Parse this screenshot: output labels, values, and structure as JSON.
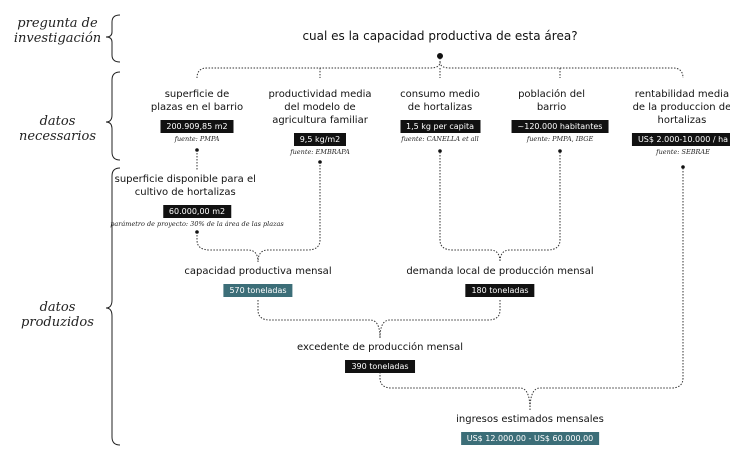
{
  "rows": {
    "question": "pregunta de investigación",
    "needed": "datos necessarios",
    "produced": "datos produzidos"
  },
  "question": "cual es la capacidad productiva de esta área?",
  "needed_data": [
    {
      "title": "superficie de plazas en el barrio",
      "value": "200.909,85 m2",
      "source": "fuente: PMPA"
    },
    {
      "title": "productividad media del modelo de agricultura familiar",
      "value": "9,5 kg/m2",
      "source": "fuente: EMBRAPA"
    },
    {
      "title": "consumo medio de hortalizas",
      "value": "1,5 kg per capita",
      "source": "fuente: CANELLA et all"
    },
    {
      "title": "población del barrio",
      "value": "~120.000 habitantes",
      "source": "fuente: PMPA, IBGE"
    },
    {
      "title": "rentabilidad media de la produccion de hortalizas",
      "value": "US$ 2.000-10.000 / ha",
      "source": "fuente: SEBRAE"
    }
  ],
  "produced_data": {
    "available": {
      "title": "superficie disponible para el cultivo de hortalizas",
      "value": "60.000,00 m2",
      "note": "parámetro de proyecto: 30% de la área de las plazas"
    },
    "capacity": {
      "title": "capacidad productiva mensal",
      "value": "570 toneladas"
    },
    "demand": {
      "title": "demanda local de producción mensal",
      "value": "180 toneladas"
    },
    "surplus": {
      "title": "excedente de producción mensal",
      "value": "390 toneladas"
    },
    "income": {
      "title": "ingresos estimados mensales",
      "value": "US$ 12.000,00 - US$ 60.000,00"
    }
  },
  "colors": {
    "accent": "#3c6e78",
    "box": "#111111"
  }
}
